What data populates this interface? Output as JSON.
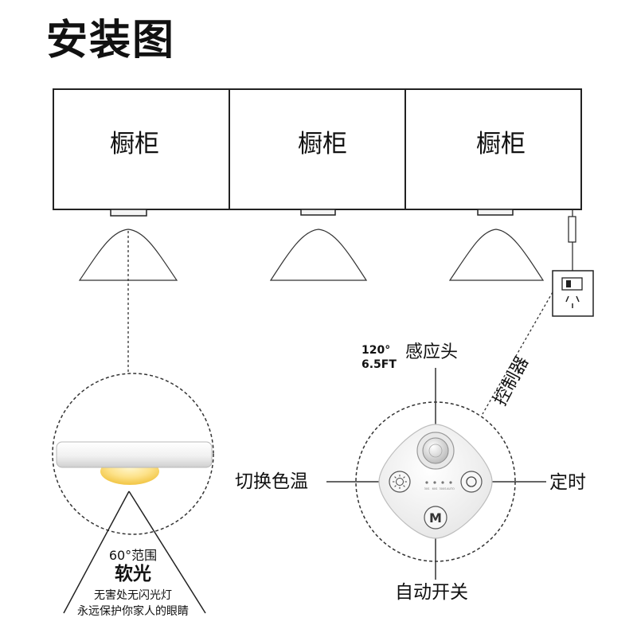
{
  "title": "安装图",
  "cabinets": [
    {
      "label": "橱柜"
    },
    {
      "label": "橱柜"
    },
    {
      "label": "橱柜"
    }
  ],
  "sensor": {
    "angle": "120°",
    "distance": "6.5FT",
    "label": "感应头"
  },
  "controller_label": "控制器",
  "buttons": {
    "color_temp": "切换色温",
    "timer": "定时",
    "auto_switch": "自动开关",
    "mode_glyph": "M"
  },
  "light": {
    "beam_angle": "60°范围",
    "soft_label": "软光",
    "note_line1": "无害处无闪光灯",
    "note_line2": "永远保护你家人的眼睛"
  },
  "indicator_labels": [
    "30S",
    "60S",
    "300S",
    "AUTO"
  ],
  "colors": {
    "stroke": "#222222",
    "glow": "#fde28a",
    "puck": "#f0f0f0"
  }
}
